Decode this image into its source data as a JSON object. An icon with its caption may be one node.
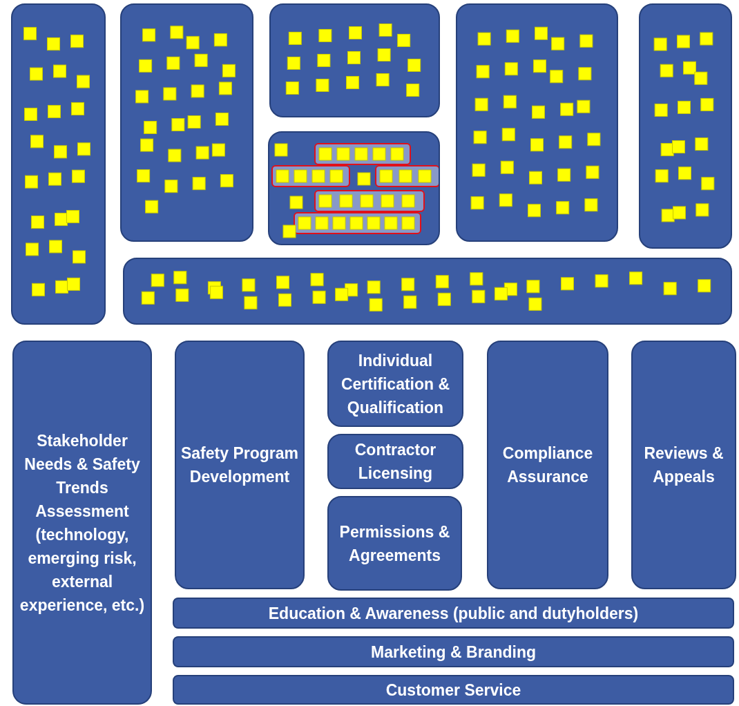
{
  "diagram": {
    "nodes": [
      {
        "text": [],
        "shape": "box"
      },
      {
        "text": [],
        "shape": "box"
      },
      {
        "text": [],
        "shape": "box"
      },
      {
        "text": [],
        "shape": "box"
      },
      {
        "text": [],
        "shape": "box"
      },
      {
        "text": [],
        "shape": "box"
      },
      {
        "text": [],
        "shape": "box"
      },
      {
        "text": [
          "Stakeholder Needs & Safety Trends Assessment (technology, emerging risk, external experience, etc.)"
        ]
      },
      {
        "text": [
          "Safety Program Development"
        ]
      },
      {
        "text": [
          "Individual Certification & Qualification"
        ]
      },
      {
        "text": [
          "Contractor Licensing"
        ]
      },
      {
        "text": [
          "Permissions & Agreements"
        ]
      },
      {
        "text": [
          "Compliance Assurance"
        ]
      },
      {
        "text": [
          "Reviews & Appeals"
        ]
      },
      {
        "text": [
          "Education & Awareness (public and dutyholders)"
        ]
      },
      {
        "text": [
          "Marketing & Branding"
        ]
      },
      {
        "text": [
          "Customer Service"
        ]
      }
    ],
    "edges": []
  }
}
